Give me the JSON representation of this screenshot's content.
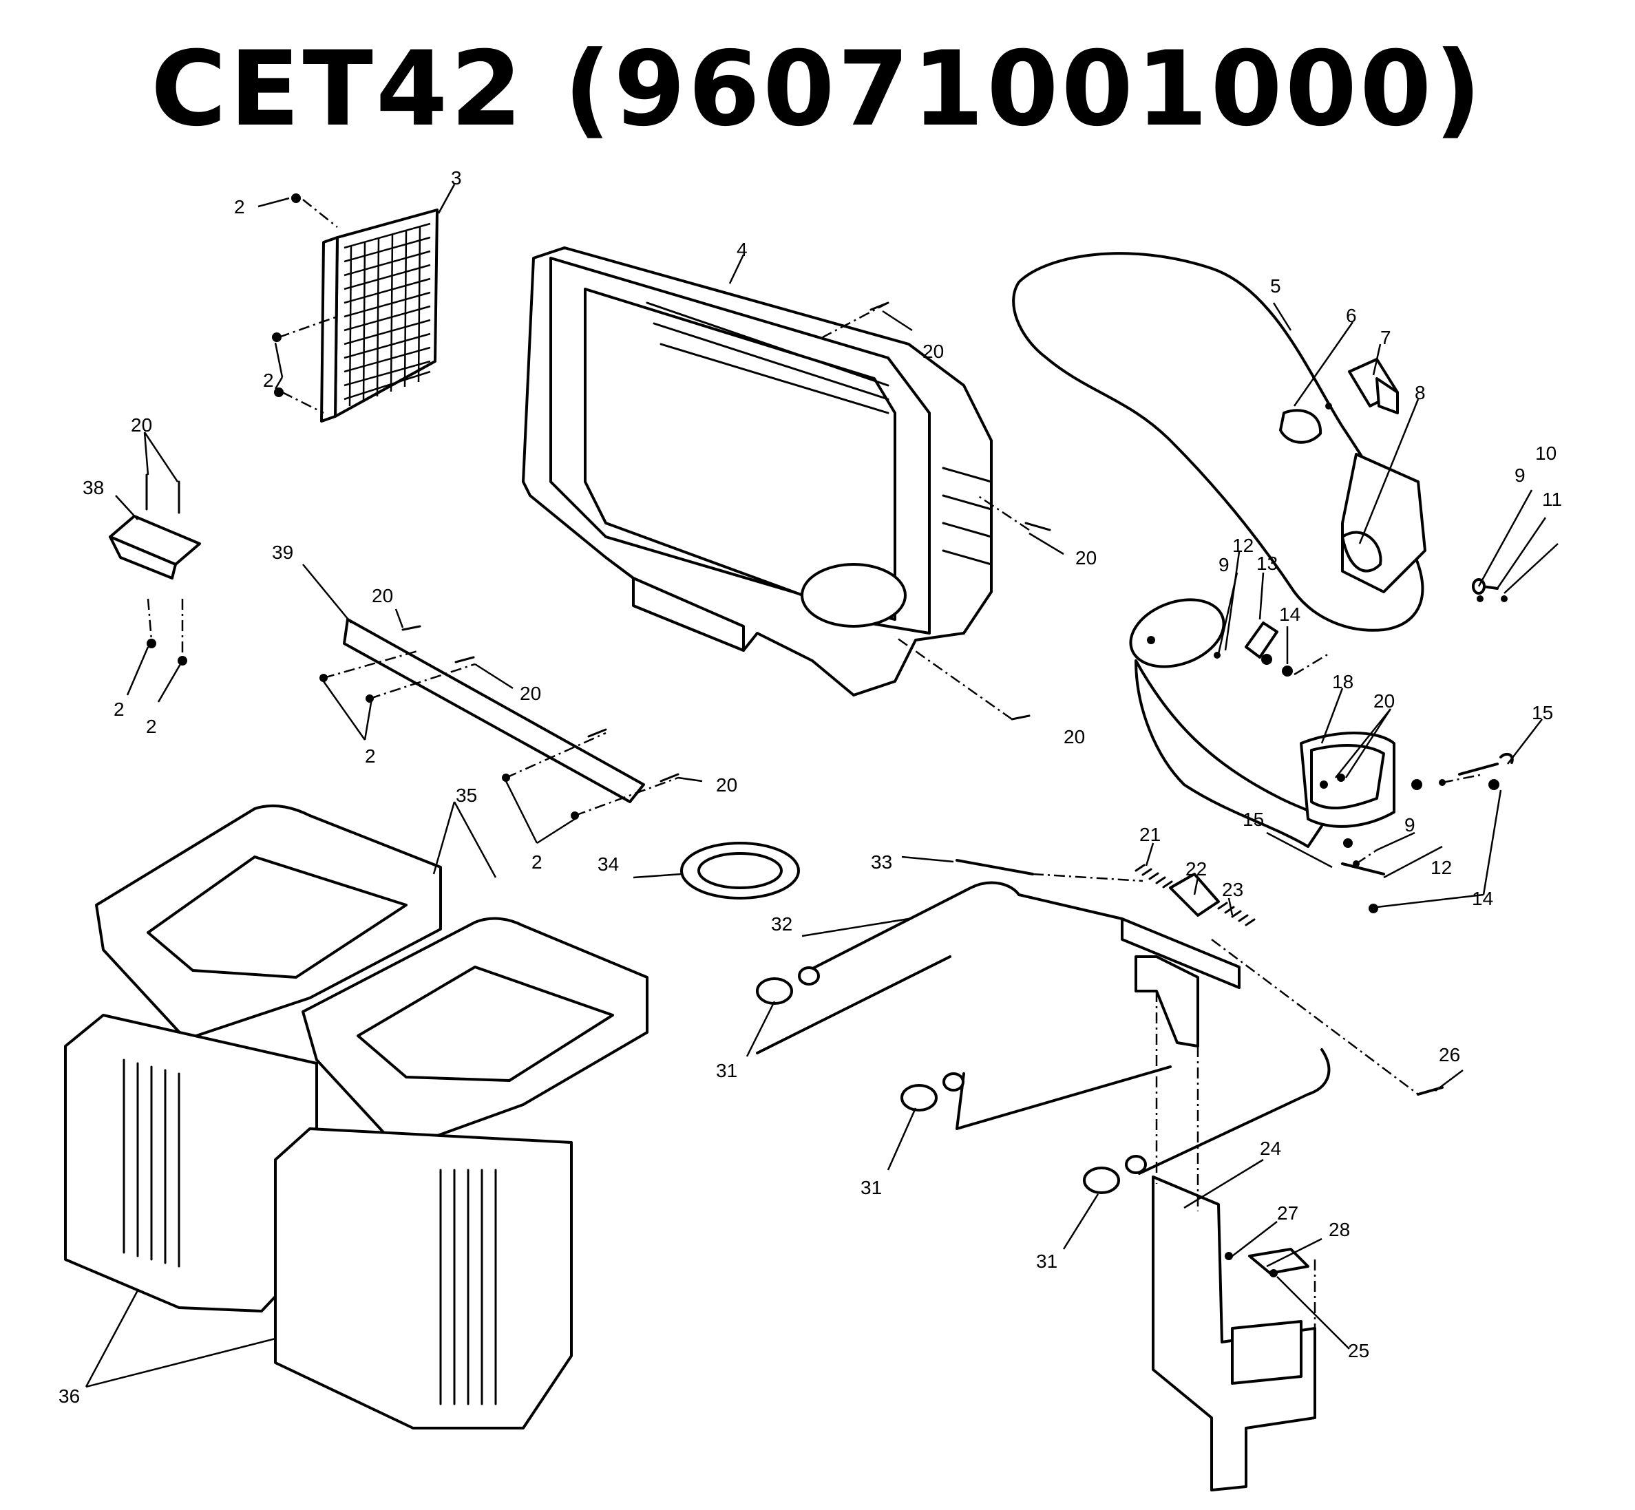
{
  "title": "CET42  (96071001000)",
  "callouts": [
    {
      "id": "c2a",
      "text": "2"
    },
    {
      "id": "c3",
      "text": "3"
    },
    {
      "id": "c2b",
      "text": "2"
    },
    {
      "id": "c4",
      "text": "4"
    },
    {
      "id": "c20a",
      "text": "20"
    },
    {
      "id": "c5",
      "text": "5"
    },
    {
      "id": "c6",
      "text": "6"
    },
    {
      "id": "c7",
      "text": "7"
    },
    {
      "id": "c8",
      "text": "8"
    },
    {
      "id": "c20b",
      "text": "20"
    },
    {
      "id": "c38",
      "text": "38"
    },
    {
      "id": "c20c",
      "text": "20"
    },
    {
      "id": "c2c",
      "text": "2"
    },
    {
      "id": "c2d",
      "text": "2"
    },
    {
      "id": "c39",
      "text": "39"
    },
    {
      "id": "c20d",
      "text": "20"
    },
    {
      "id": "c20e",
      "text": "20"
    },
    {
      "id": "c2e",
      "text": "2"
    },
    {
      "id": "c20f",
      "text": "20"
    },
    {
      "id": "c2f",
      "text": "2"
    },
    {
      "id": "c20g",
      "text": "20"
    },
    {
      "id": "c9a",
      "text": "9"
    },
    {
      "id": "c10",
      "text": "10"
    },
    {
      "id": "c11",
      "text": "11"
    },
    {
      "id": "c12a",
      "text": "12"
    },
    {
      "id": "c13",
      "text": "13"
    },
    {
      "id": "c9b",
      "text": "9"
    },
    {
      "id": "c14a",
      "text": "14"
    },
    {
      "id": "c18",
      "text": "18"
    },
    {
      "id": "c20h",
      "text": "20"
    },
    {
      "id": "c15a",
      "text": "15"
    },
    {
      "id": "c15b",
      "text": "15"
    },
    {
      "id": "c9c",
      "text": "9"
    },
    {
      "id": "c12b",
      "text": "12"
    },
    {
      "id": "c14b",
      "text": "14"
    },
    {
      "id": "c35",
      "text": "35"
    },
    {
      "id": "c34",
      "text": "34"
    },
    {
      "id": "c33",
      "text": "33"
    },
    {
      "id": "c21",
      "text": "21"
    },
    {
      "id": "c22",
      "text": "22"
    },
    {
      "id": "c23",
      "text": "23"
    },
    {
      "id": "c32",
      "text": "32"
    },
    {
      "id": "c31a",
      "text": "31"
    },
    {
      "id": "c31b",
      "text": "31"
    },
    {
      "id": "c26",
      "text": "26"
    },
    {
      "id": "c24",
      "text": "24"
    },
    {
      "id": "c27",
      "text": "27"
    },
    {
      "id": "c28",
      "text": "28"
    },
    {
      "id": "c31c",
      "text": "31"
    },
    {
      "id": "c25",
      "text": "25"
    },
    {
      "id": "c36",
      "text": "36"
    }
  ]
}
